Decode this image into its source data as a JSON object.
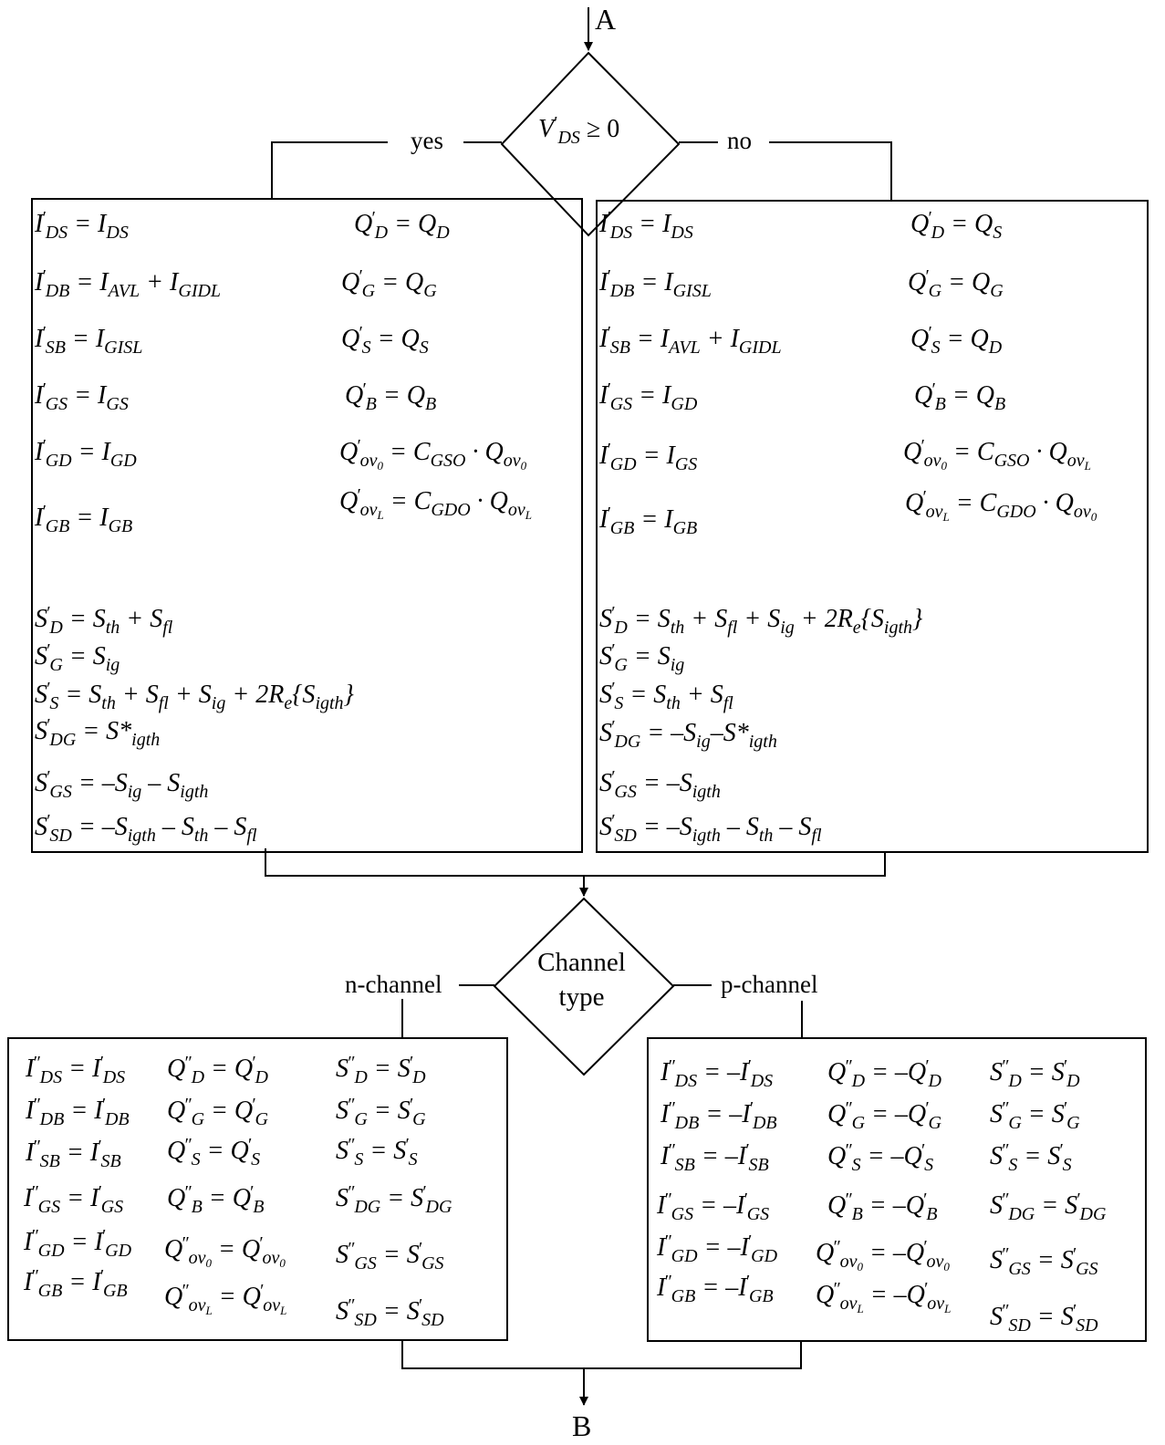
{
  "connectors": {
    "start": "A",
    "end": "B"
  },
  "decision1": {
    "condition": {
      "var": "V",
      "prime": "′",
      "sub": "DS",
      "op": "≥ 0"
    },
    "yes_label": "yes",
    "no_label": "no"
  },
  "decision2": {
    "line1": "Channel",
    "line2": "type",
    "left_label": "n-channel",
    "right_label": "p-channel"
  },
  "boxes": {
    "yes_branch": {
      "equations": [
        "I′_{DS} = I_{DS}",
        "I′_{DB} = I_{AVL} + I_{GIDL}",
        "I′_{SB} = I_{GISL}",
        "I′_{GS} = I_{GS}",
        "I′_{GD} = I_{GD}",
        "I′_{GB} = I_{GB}",
        "Q′_{D} = Q_{D}",
        "Q′_{G} = Q_{G}",
        "Q′_{S} = Q_{S}",
        "Q′_{B} = Q_{B}",
        "Q′_{ov_{0}} = C_{GSO} · Q_{ov_{0}}",
        "Q′_{ov_{L}} = C_{GDO} · Q_{ov_{L}}",
        "S′_{D} = S_{th} + S_{fl}",
        "S′_{G} = S_{ig}",
        "S′_{S} = S_{th} + S_{fl} + S_{ig} + 2R_{e}{S_{igth}}",
        "S′_{DG} = S*_{igth}",
        "S′_{GS} = –S_{ig} – S_{igth}",
        "S′_{SD} = –S_{igth} – S_{th} – S_{fl}"
      ]
    },
    "no_branch": {
      "equations": [
        "I′_{DS} = I_{DS}",
        "I′_{DB} = I_{GISL}",
        "I′_{SB} = I_{AVL} + I_{GIDL}",
        "I′_{GS} = I_{GD}",
        "I′_{GD} = I_{GS}",
        "I′_{GB} = I_{GB}",
        "Q′_{D} = Q_{S}",
        "Q′_{G} = Q_{G}",
        "Q′_{S} = Q_{D}",
        "Q′_{B} = Q_{B}",
        "Q′_{ov_{0}} = C_{GSO} · Q_{ov_{L}}",
        "Q′_{ov_{L}} = C_{GDO} · Q_{ov_{0}}",
        "S′_{D} = S_{th} + S_{fl} + S_{ig} + 2R_{e}{S_{igth}}",
        "S′_{G} = S_{ig}",
        "S′_{S} = S_{th} + S_{fl}",
        "S′_{DG} = –S_{ig}–S*_{igth}",
        "S′_{GS} = –S_{igth}",
        "S′_{SD} = –S_{igth} – S_{th} – S_{fl}"
      ]
    },
    "n_channel": {
      "equations": [
        "I″_{DS} = I′_{DS}",
        "I″_{DB} = I′_{DB}",
        "I″_{SB} = I′_{SB}",
        "I″_{GS} = I′_{GS}",
        "I″_{GD} = I′_{GD}",
        "I″_{GB} = I′_{GB}",
        "Q″_{D} = Q′_{D}",
        "Q″_{G} = Q′_{G}",
        "Q″_{S} = Q′_{S}",
        "Q″_{B} = Q′_{B}",
        "Q″_{ov_{0}} = Q′_{ov_{0}}",
        "Q″_{ov_{L}} = Q′_{ov_{L}}",
        "S″_{D} = S′_{D}",
        "S″_{G} = S′_{G}",
        "S″_{S} = S′_{S}",
        "S″_{DG} = S′_{DG}",
        "S″_{GS} = S′_{GS}",
        "S″_{SD} = S′_{SD}"
      ]
    },
    "p_channel": {
      "equations": [
        "I″_{DS} = –I′_{DS}",
        "I″_{DB} = –I′_{DB}",
        "I″_{SB} = –I′_{SB}",
        "I″_{GS} = –I′_{GS}",
        "I″_{GD} = –I′_{GD}",
        "I″_{GB} = –I′_{GB}",
        "Q″_{D} = –Q′_{D}",
        "Q″_{G} = –Q′_{G}",
        "Q″_{S} = –Q′_{S}",
        "Q″_{B} = –Q′_{B}",
        "Q″_{ov_{0}} = –Q′_{ov_{0}}",
        "Q″_{ov_{L}} = –Q′_{ov_{L}}",
        "S″_{D} = S′_{D}",
        "S″_{G} = S′_{G}",
        "S″_{S} = S′_{S}",
        "S″_{DG} = S′_{DG}",
        "S″_{GS} = S′_{GS}",
        "S″_{SD} = S′_{SD}"
      ]
    }
  }
}
